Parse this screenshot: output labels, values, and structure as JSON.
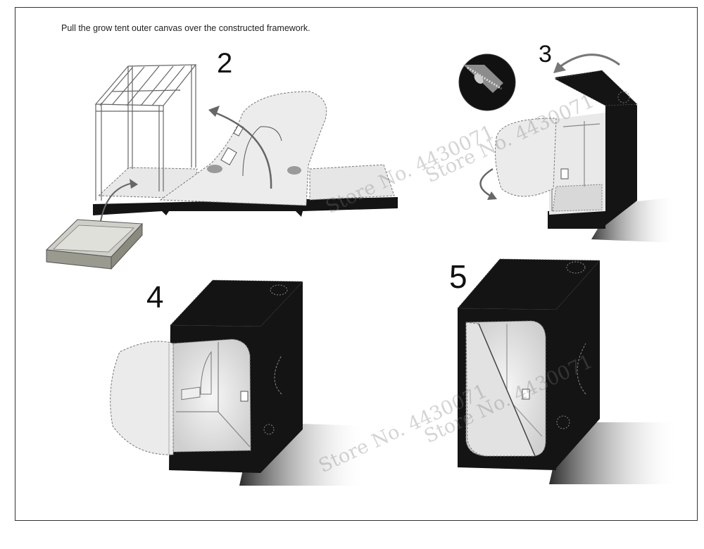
{
  "instruction": "Pull the grow tent outer canvas over the constructed framework.",
  "steps": {
    "step2": "2",
    "step3": "3",
    "step4": "4",
    "step5": "5"
  },
  "watermarks": {
    "wm1": "Store No. 4430071",
    "wm2": "Store No. 4430071",
    "wm3": "Store No. 4430071",
    "wm4": "Store No. 4430071"
  },
  "colors": {
    "tent_outer": "#141414",
    "tent_inner": "#e6e6e6",
    "shadow": "#555555",
    "frame_pole": "#f4f4f4",
    "tray": "#9a9a8e"
  }
}
